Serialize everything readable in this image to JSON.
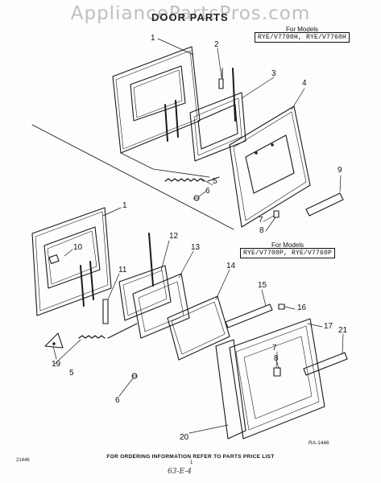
{
  "watermark": "AppliancePartsPros.com",
  "title": "DOOR PARTS",
  "models_top": {
    "for": "For Models",
    "list": "RYE/V7700H, RYE/V7760H"
  },
  "models_bottom": {
    "for": "For Models",
    "list": "RYE/V7700P, RYE/V7760P"
  },
  "callouts": [
    "1",
    "2",
    "3",
    "4",
    "5",
    "6",
    "7",
    "8",
    "9",
    "1",
    "10",
    "12",
    "11",
    "13",
    "14",
    "15",
    "16",
    "17",
    "7",
    "8",
    "21",
    "19",
    "5",
    "6",
    "20"
  ],
  "footer": {
    "ordering": "FOR ORDERING INFORMATION REFER TO PARTS PRICE LIST",
    "code_left": "21446",
    "code_right": "RA-1446",
    "page_num": "1",
    "handwritten": "63-E-4"
  },
  "colors": {
    "ink": "#1a1a1a",
    "paper": "#fdfdfb",
    "watermark": "#8c8c8c"
  }
}
